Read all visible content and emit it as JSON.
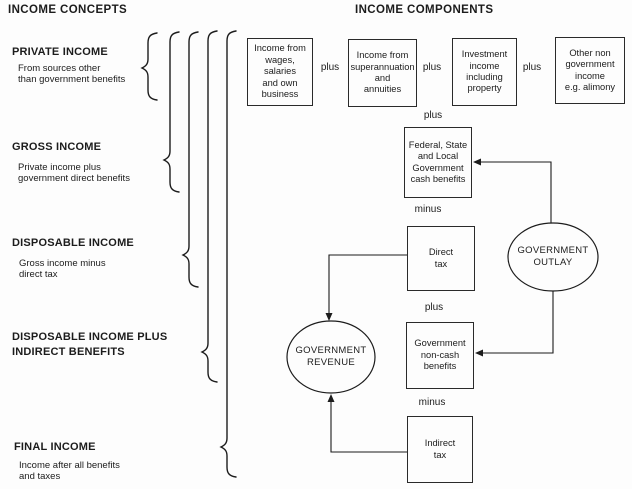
{
  "headers": {
    "concepts": "INCOME CONCEPTS",
    "components": "INCOME COMPONENTS"
  },
  "concepts": [
    {
      "title": "PRIVATE INCOME",
      "description": "From sources other\nthan government benefits"
    },
    {
      "title": "GROSS INCOME",
      "description": "Private income plus\ngovernment direct benefits"
    },
    {
      "title": "DISPOSABLE INCOME",
      "description": "Gross income minus\ndirect tax"
    },
    {
      "title": "DISPOSABLE INCOME PLUS\nINDIRECT BENEFITS",
      "description": ""
    },
    {
      "title": "FINAL INCOME",
      "description": "Income after all benefits\nand taxes"
    }
  ],
  "components": {
    "wages": "Income from\nwages,\nsalaries\nand own\nbusiness",
    "superannuation": "Income from\nsuperannuation\nand\nannuities",
    "investment": "Investment\nincome\nincluding\nproperty",
    "other": "Other non\ngovernment\nincome\ne.g. alimony",
    "cash_benefits": "Federal, State\nand Local\nGovernment\ncash benefits",
    "direct_tax": "Direct\ntax",
    "non_cash_benefits": "Government\nnon-cash\nbenefits",
    "indirect_tax": "Indirect\ntax"
  },
  "nodes": {
    "government_outlay": "GOVERNMENT\nOUTLAY",
    "government_revenue": "GOVERNMENT\nREVENUE"
  },
  "operators": {
    "plus": "plus",
    "minus": "minus"
  },
  "colors": {
    "ink": "#1c1c1c",
    "background": "#fdfdfd"
  }
}
